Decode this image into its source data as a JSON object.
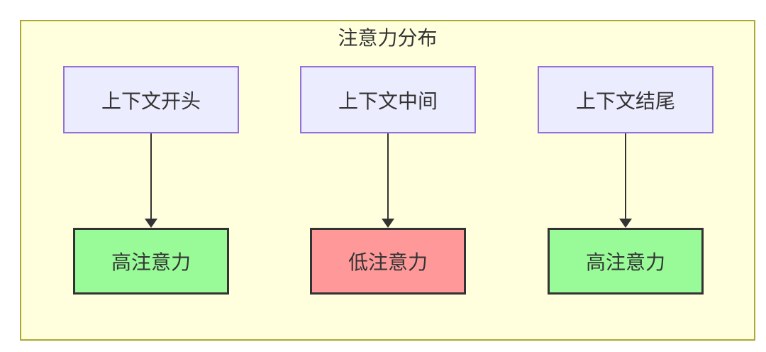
{
  "diagram": {
    "title": "注意力分布",
    "columns": [
      {
        "source": "上下文开头",
        "target": "高注意力",
        "level": "high"
      },
      {
        "source": "上下文中间",
        "target": "低注意力",
        "level": "low"
      },
      {
        "source": "上下文结尾",
        "target": "高注意力",
        "level": "high"
      }
    ],
    "colors": {
      "container_bg": "#FFFFDE",
      "container_border": "#AAAA33",
      "source_bg": "#ECECFF",
      "source_border": "#9370DB",
      "high_bg": "#98FB98",
      "low_bg": "#FF9999",
      "node_border": "#333333",
      "text": "#333333",
      "arrow": "#333333"
    }
  }
}
